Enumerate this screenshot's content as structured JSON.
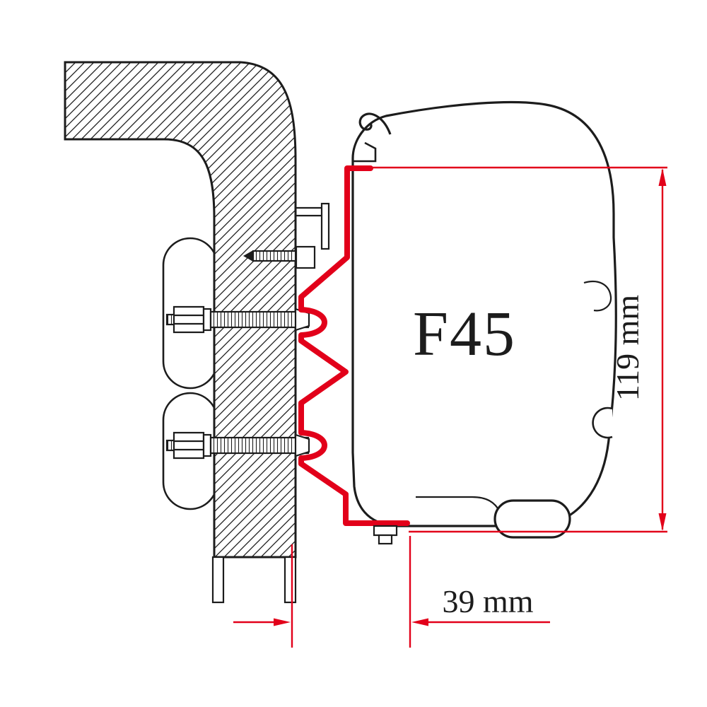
{
  "diagram": {
    "awning": {
      "model_label": "F45"
    },
    "dimensions": {
      "height_label": "119 mm",
      "depth_label": "39 mm"
    },
    "colors": {
      "bracket_red": "#e2001a",
      "line_black": "#1c1c1c",
      "background": "#ffffff"
    }
  }
}
